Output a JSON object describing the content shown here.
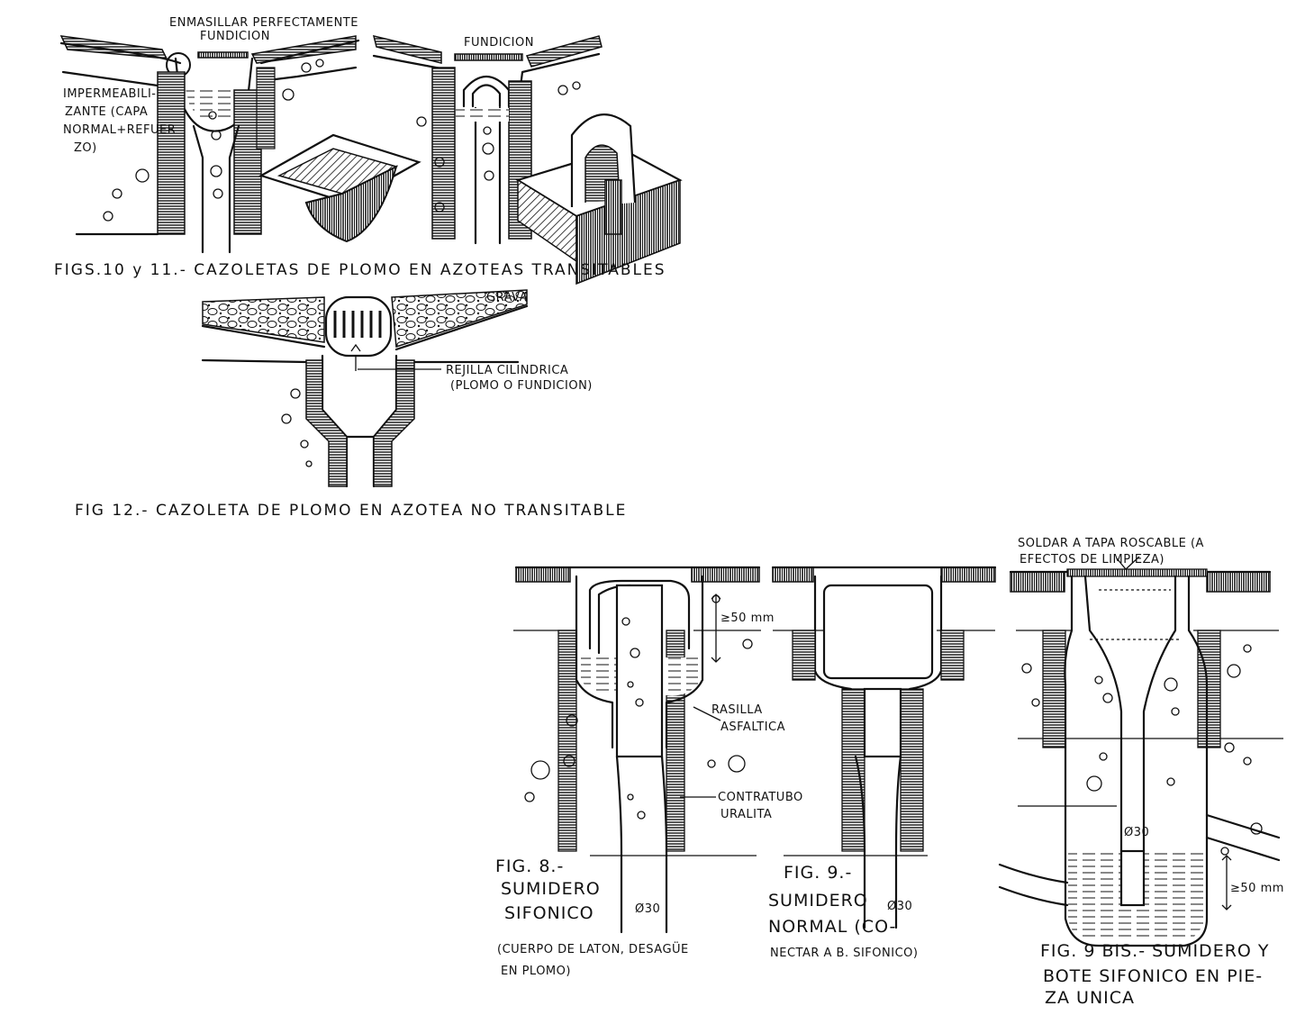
{
  "fig10_11": {
    "label_top_line1": "ENMASILLAR PERFECTAMENTE",
    "label_top_line2": "FUNDICION",
    "label_left_line1": "IMPERMEABILI-",
    "label_left_line2": "ZANTE (CAPA",
    "label_left_line3": "NORMAL+REFUER",
    "label_left_line4": "ZO)",
    "label_right_top": "FUNDICION",
    "caption": "FIGS.10 y 11.- CAZOLETAS DE PLOMO EN AZOTEAS TRANSITABLES"
  },
  "fig12": {
    "label_top_right": "GRAVA",
    "label_grate_line1": "REJILLA CILINDRICA",
    "label_grate_line2": "(PLOMO O FUNDICION)",
    "caption": "FIG 12.- CAZOLETA DE PLOMO EN AZOTEA NO TRANSITABLE"
  },
  "fig8": {
    "dim_label": "≥50 mm",
    "label_asphalt_line1": "RASILLA",
    "label_asphalt_line2": "ASFALTICA",
    "label_tube_line1": "CONTRATUBO",
    "label_tube_line2": "URALITA",
    "caption_line1": "FIG. 8.-",
    "caption_line2": "SUMIDERO",
    "caption_line3": "SIFONICO",
    "diameter": "Ø30",
    "note_line1": "(CUERPO DE LATON, DESAGÜE",
    "note_line2": "EN PLOMO)"
  },
  "fig9": {
    "caption_line1": "FIG. 9.-",
    "caption_line2": "SUMIDERO",
    "caption_line3": "NORMAL (CO-",
    "caption_line4": "NECTAR A B. SIFONICO)",
    "diameter": "Ø30"
  },
  "fig9bis": {
    "label_top_line1": "SOLDAR A TAPA ROSCABLE (A",
    "label_top_line2": "EFECTOS DE LIMPIEZA)",
    "diameter": "Ø30",
    "dim_label": "≥50 mm",
    "caption_line1": "FIG. 9 BIS.- SUMIDERO Y",
    "caption_line2": "BOTE SIFONICO EN PIE-",
    "caption_line3": "ZA UNICA"
  }
}
